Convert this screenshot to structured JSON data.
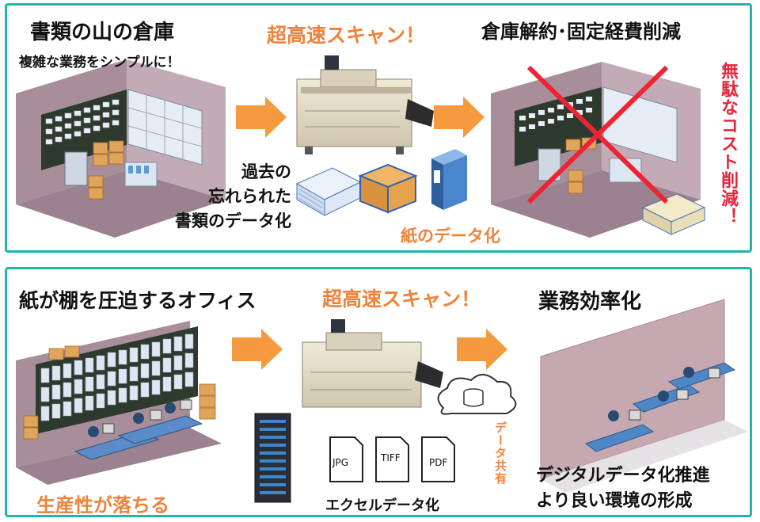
{
  "top": {
    "title_left": "書類の山の倉庫",
    "subtitle_left": "複雑な業務をシンプルに！",
    "scan_label": "超高速スキャン！",
    "title_right": "倉庫解約･固定経費削減",
    "side_label": "無駄なコスト削減！",
    "past_docs": [
      "過去の",
      "忘れられた",
      "書類のデータ化"
    ],
    "paper_data": "紙のデータ化"
  },
  "bottom": {
    "title_left": "紙が棚を圧迫するオフィス",
    "scan_label": "超高速スキャン！",
    "title_right": "業務効率化",
    "productivity": "生産性が落ちる",
    "file_types": [
      "JPG",
      "TIFF",
      "PDF"
    ],
    "excel_label": "エクセルデータ化",
    "data_share": "データ共有",
    "digital_lines": [
      "デジタルデータ化推進",
      "より良い環境の形成"
    ]
  },
  "colors": {
    "frame": "#1fb5ac",
    "accent": "#f0823a",
    "alert": "#e3263b"
  }
}
